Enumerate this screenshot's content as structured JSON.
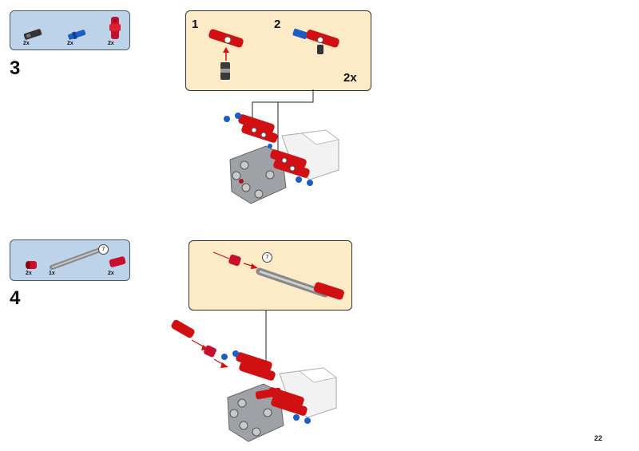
{
  "step3": {
    "number": "3",
    "parts": [
      {
        "name": "black-connector-pin",
        "qty": "2x"
      },
      {
        "name": "blue-axle-pin",
        "qty": "2x"
      },
      {
        "name": "red-cross-block",
        "qty": "2x"
      }
    ],
    "substeps": [
      {
        "label": "1"
      },
      {
        "label": "2"
      }
    ],
    "multiplier": "2x"
  },
  "step4": {
    "number": "4",
    "parts": [
      {
        "name": "red-bush",
        "qty": "2x"
      },
      {
        "name": "gray-axle-7",
        "qty": "1x",
        "length": "7"
      },
      {
        "name": "red-axle-connector",
        "qty": "2x"
      }
    ],
    "axle_length": "7"
  },
  "page_number": "22",
  "colors": {
    "parts_box": "#bcd3ea",
    "submodel_box": "#fdebc8",
    "red": "#d01012",
    "blue": "#0055bf",
    "gray": "#a0a5a9",
    "white": "#ffffff"
  }
}
